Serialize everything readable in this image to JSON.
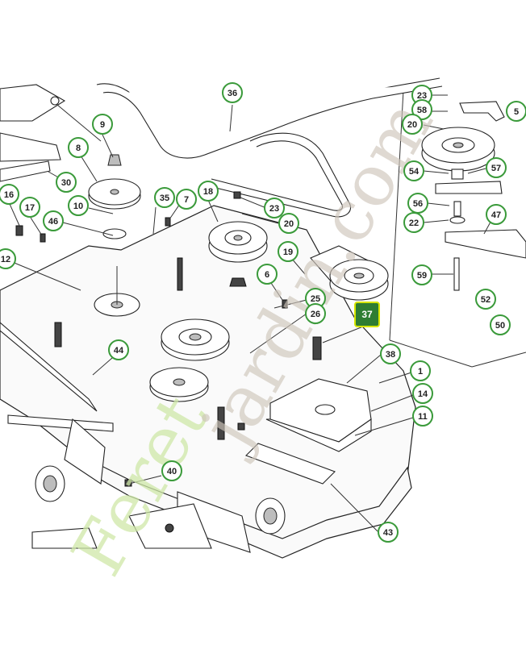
{
  "diagram": {
    "selected_callout": "37",
    "watermark": {
      "part1": "Feret",
      "part2": "jardin.com"
    },
    "callouts": [
      {
        "id": "36",
        "label": "36"
      },
      {
        "id": "23a",
        "label": "23"
      },
      {
        "id": "58",
        "label": "58"
      },
      {
        "id": "20a",
        "label": "20"
      },
      {
        "id": "5",
        "label": "5"
      },
      {
        "id": "9",
        "label": "9"
      },
      {
        "id": "8",
        "label": "8"
      },
      {
        "id": "30",
        "label": "30"
      },
      {
        "id": "16",
        "label": "16"
      },
      {
        "id": "17",
        "label": "17"
      },
      {
        "id": "46",
        "label": "46"
      },
      {
        "id": "10",
        "label": "10"
      },
      {
        "id": "35",
        "label": "35"
      },
      {
        "id": "7",
        "label": "7"
      },
      {
        "id": "18",
        "label": "18"
      },
      {
        "id": "23b",
        "label": "23"
      },
      {
        "id": "20b",
        "label": "20"
      },
      {
        "id": "54",
        "label": "54"
      },
      {
        "id": "57",
        "label": "57"
      },
      {
        "id": "56",
        "label": "56"
      },
      {
        "id": "22",
        "label": "22"
      },
      {
        "id": "47",
        "label": "47"
      },
      {
        "id": "12",
        "label": "12"
      },
      {
        "id": "19",
        "label": "19"
      },
      {
        "id": "6",
        "label": "6"
      },
      {
        "id": "59",
        "label": "59"
      },
      {
        "id": "52",
        "label": "52"
      },
      {
        "id": "50",
        "label": "50"
      },
      {
        "id": "25",
        "label": "25"
      },
      {
        "id": "26",
        "label": "26"
      },
      {
        "id": "37",
        "label": "37"
      },
      {
        "id": "44",
        "label": "44"
      },
      {
        "id": "38",
        "label": "38"
      },
      {
        "id": "1",
        "label": "1"
      },
      {
        "id": "14",
        "label": "14"
      },
      {
        "id": "11",
        "label": "11"
      },
      {
        "id": "40",
        "label": "40"
      },
      {
        "id": "43",
        "label": "43"
      }
    ]
  }
}
